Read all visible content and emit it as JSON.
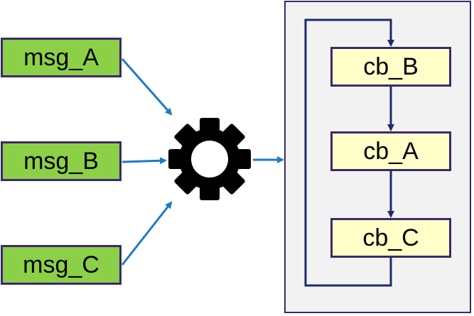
{
  "messages": [
    {
      "label": "msg_A"
    },
    {
      "label": "msg_B"
    },
    {
      "label": "msg_C"
    }
  ],
  "callbacks": [
    {
      "label": "cb_B"
    },
    {
      "label": "cb_A"
    },
    {
      "label": "cb_C"
    }
  ],
  "icons": {
    "executor": "gear-icon"
  },
  "colors": {
    "msg_fill": "#8cd048",
    "cb_fill": "#ffffc8",
    "border": "#3b2a6b",
    "panel_fill": "#f2f2f2",
    "arrow_blue": "#1f7ac4",
    "loop_navy": "#1f2a6e",
    "gear": "#000000"
  }
}
